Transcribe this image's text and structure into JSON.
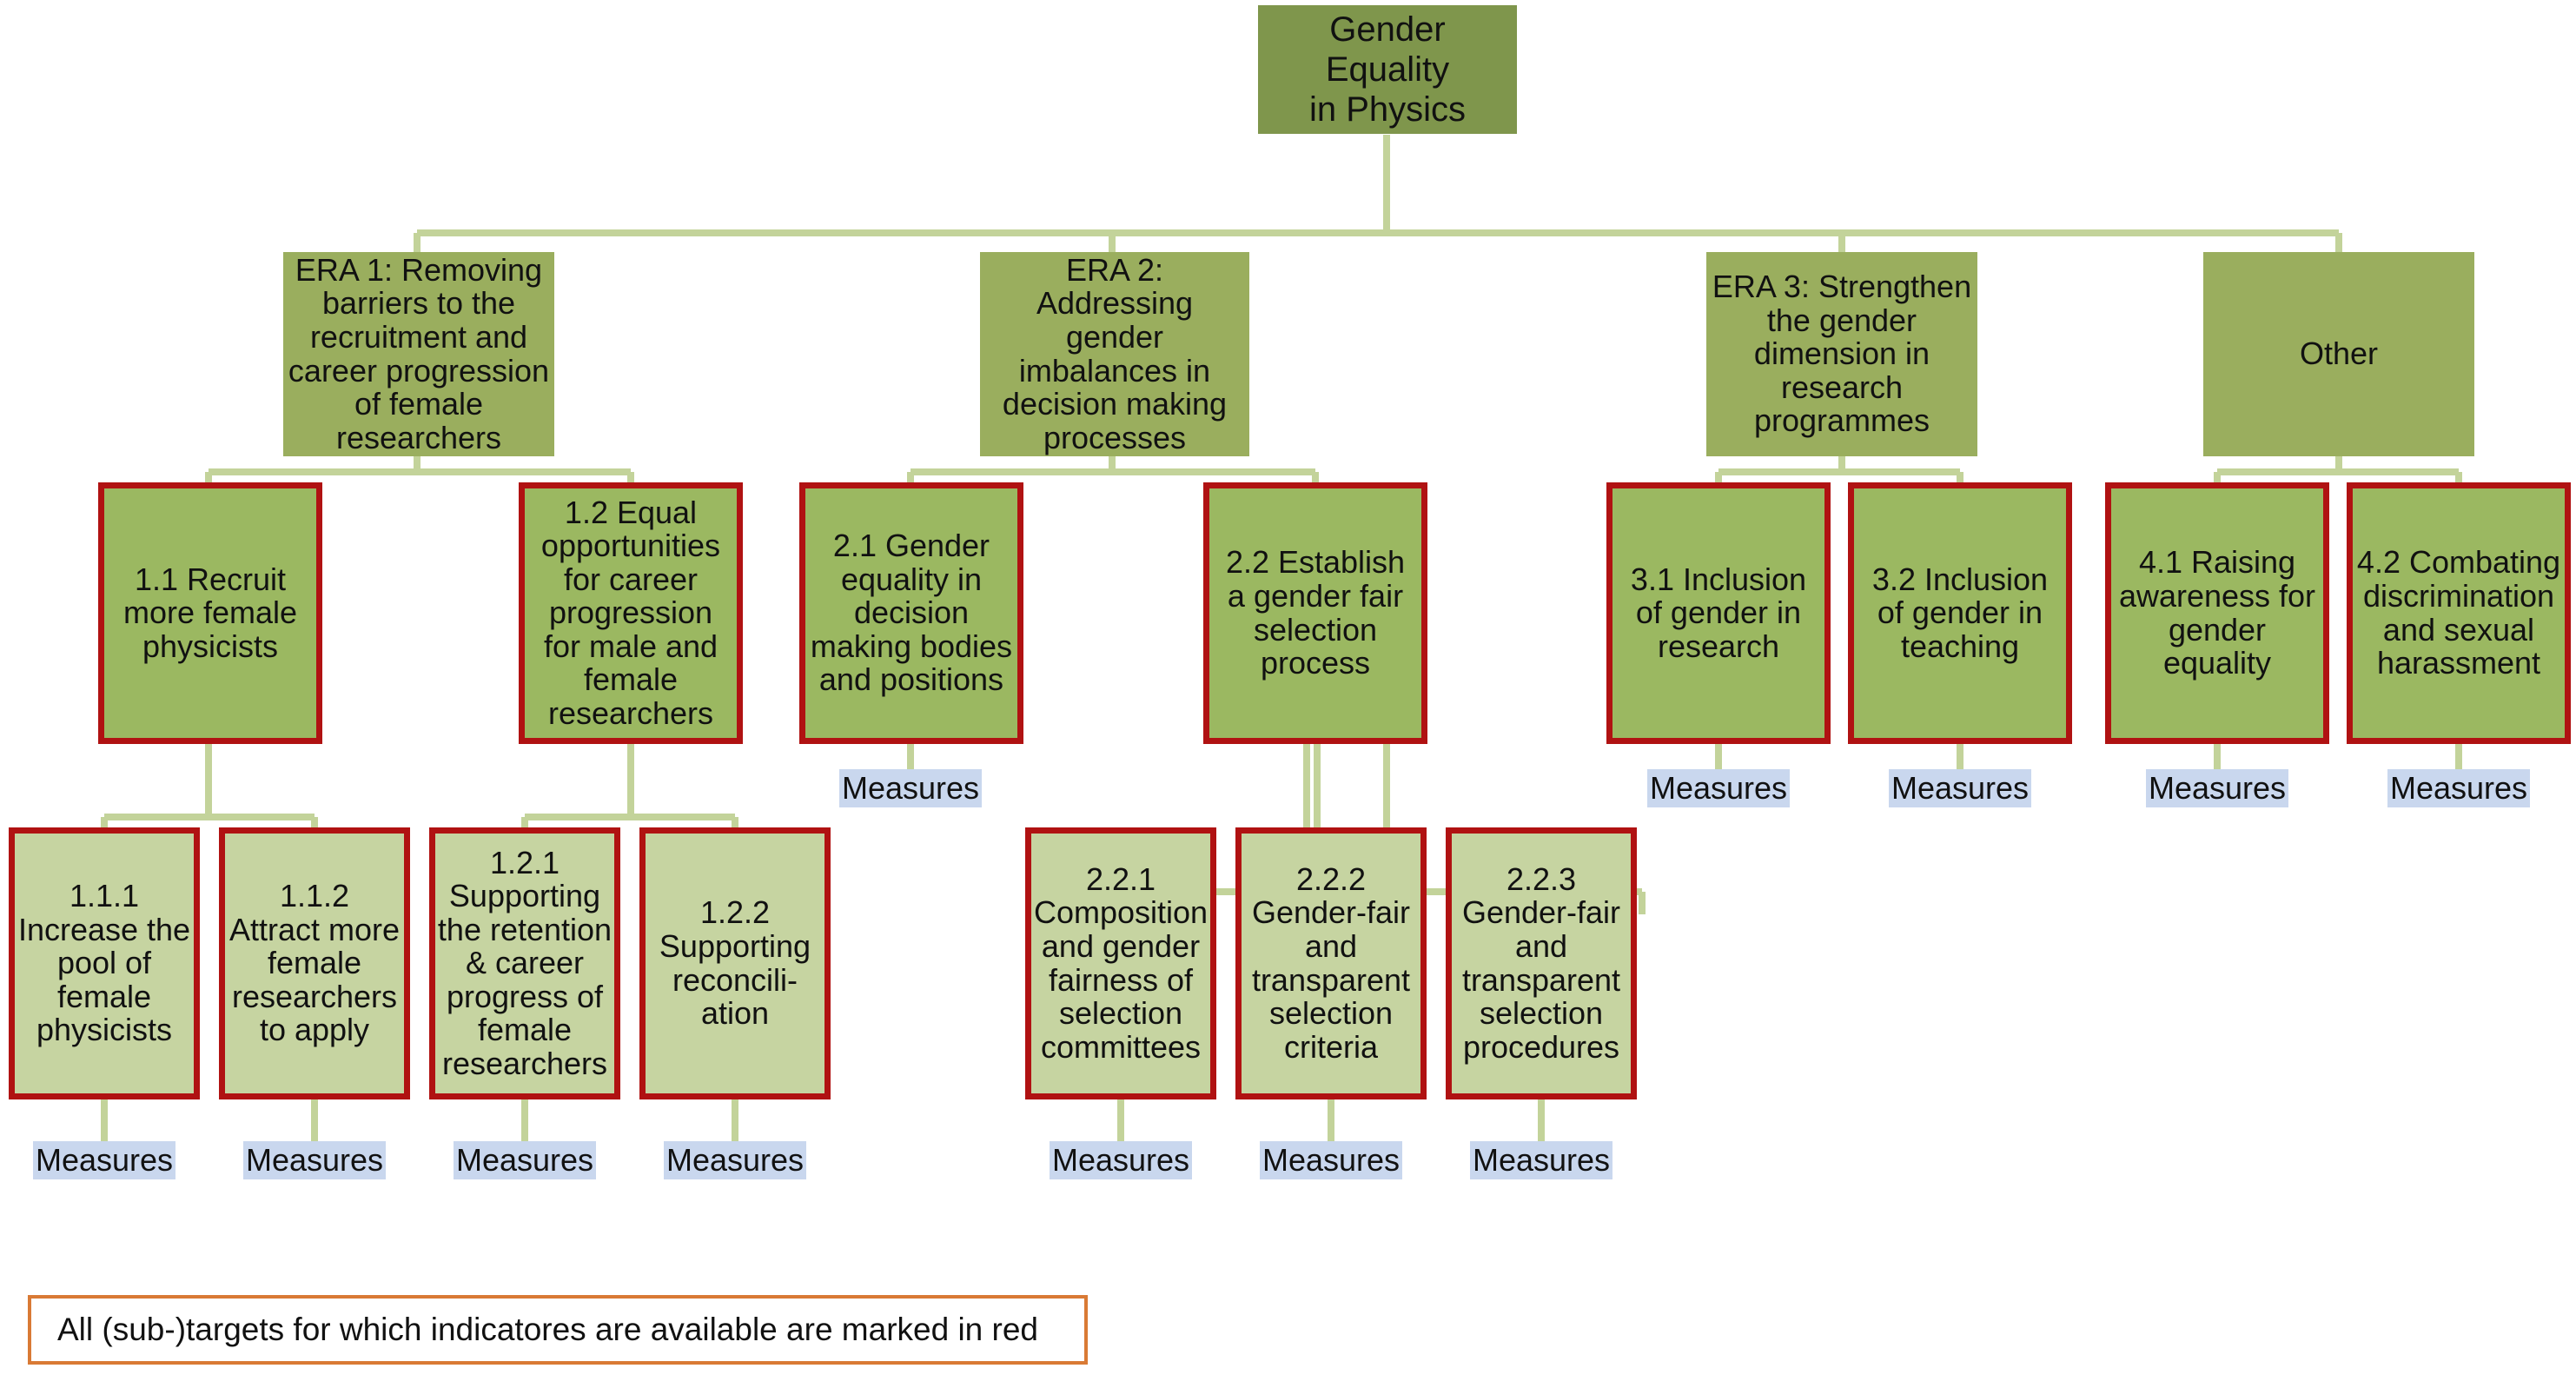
{
  "root": {
    "label": "Gender\nEquality\nin Physics"
  },
  "era": [
    {
      "label": "ERA 1: Removing\nbarriers to the\nrecruitment and\ncareer progression\nof female\nresearchers"
    },
    {
      "label": "ERA 2:\nAddressing\ngender\nimbalances in\ndecision making\nprocesses"
    },
    {
      "label": "ERA 3: Strengthen\nthe gender\ndimension in\nresearch\nprogrammes"
    },
    {
      "label": "Other"
    }
  ],
  "targets": [
    {
      "label": "1.1 Recruit\nmore female\nphysicists"
    },
    {
      "label": "1.2 Equal\nopportunities\nfor career\nprogression\nfor male and\nfemale\nresearchers"
    },
    {
      "label": "2.1 Gender\nequality  in\ndecision\nmaking bodies\nand positions"
    },
    {
      "label": "2.2  Establish\na gender fair\nselection\nprocess"
    },
    {
      "label": "3.1 Inclusion\nof gender in\nresearch"
    },
    {
      "label": "3.2 Inclusion\nof gender in\nteaching"
    },
    {
      "label": "4.1 Raising\nawareness for\ngender\nequality"
    },
    {
      "label": "4.2 Combating\ndiscrimination\nand sexual\nharassment"
    }
  ],
  "subtargets": [
    {
      "label": "1.1.1\nIncrease the\npool of\nfemale\nphysicists"
    },
    {
      "label": "1.1.2\nAttract more\nfemale\nresearchers\nto apply"
    },
    {
      "label": "1.2.1\nSupporting\nthe retention\n& career\nprogress of\nfemale\nresearchers"
    },
    {
      "label": "1.2.2\nSupporting\nreconcili-\nation"
    },
    {
      "label": "2.2.1\nComposition\nand gender\nfairness of\nselection\ncommittees"
    },
    {
      "label": "2.2.2\nGender-fair\nand\ntransparent\nselection\ncriteria"
    },
    {
      "label": "2.2.3\nGender-fair\nand\ntransparent\nselection\nprocedures"
    }
  ],
  "measures_label": "Measures",
  "legend": {
    "text": "All (sub-)targets for which indicatores are available are marked in red"
  },
  "colors": {
    "connector": "#c3d39a",
    "indicator_border": "#b01212",
    "measures_bg": "#c9d7ee",
    "legend_border": "#d97a35"
  }
}
